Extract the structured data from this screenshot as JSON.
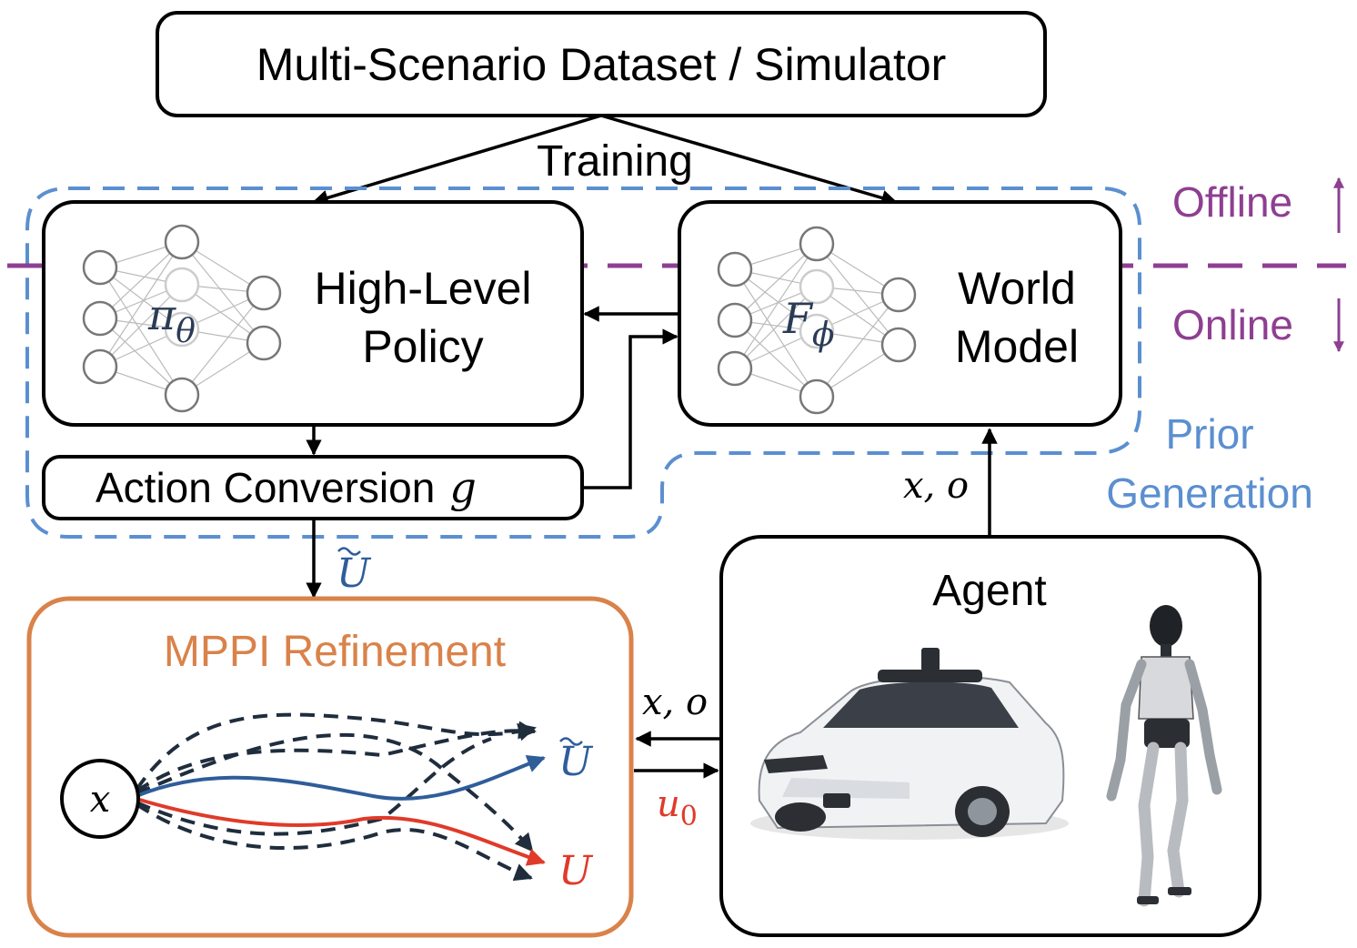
{
  "dataset_box": {
    "label": "Multi-Scenario Dataset / Simulator"
  },
  "training_label": "Training",
  "policy_box": {
    "symbol": "π",
    "subscript": "θ",
    "line1": "High-Level",
    "line2": "Policy"
  },
  "world_box": {
    "symbol": "F",
    "subscript": "ϕ",
    "line1": "World",
    "line2": "Model"
  },
  "action_box": {
    "label": "Action Conversion",
    "symbol": "g"
  },
  "offline_label": "Offline",
  "online_label": "Online",
  "prior_generation": {
    "line1": "Prior",
    "line2": "Generation"
  },
  "state_obs_label": "x, o",
  "u_tilde_label": "U",
  "mppi": {
    "title": "MPPI Refinement",
    "start_state": "x",
    "u_tilde": "U",
    "u": "U"
  },
  "agent": {
    "title": "Agent",
    "icons": [
      "car-icon",
      "humanoid-robot-icon"
    ]
  },
  "u0_label": {
    "base": "u",
    "sub": "0"
  },
  "colors": {
    "black": "#000000",
    "blue_dashed": "#5b8fd0",
    "purple": "#8e3f91",
    "orange": "#d9824a",
    "blue_traj": "#2f5d9a",
    "red_traj": "#e03a2a",
    "dark_dashed": "#1f2d3d"
  }
}
